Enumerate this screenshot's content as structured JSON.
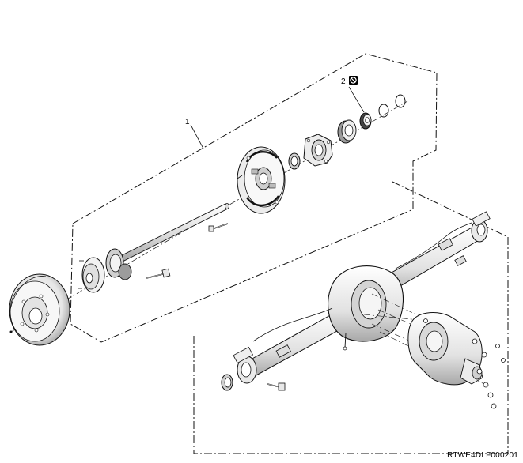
{
  "diagram": {
    "callouts": [
      {
        "id": "callout-1",
        "text": "1"
      },
      {
        "id": "callout-2",
        "text": "2"
      }
    ],
    "reference_code": "RTWE4DLF000201",
    "icons": {
      "no_reuse": "prohibited-reuse-icon"
    },
    "colors": {
      "line": "#111111",
      "fill_light": "#f4f4f4",
      "fill_mid": "#d9d9d9",
      "fill_dark": "#8a8a8a",
      "badge": "#000000"
    }
  }
}
